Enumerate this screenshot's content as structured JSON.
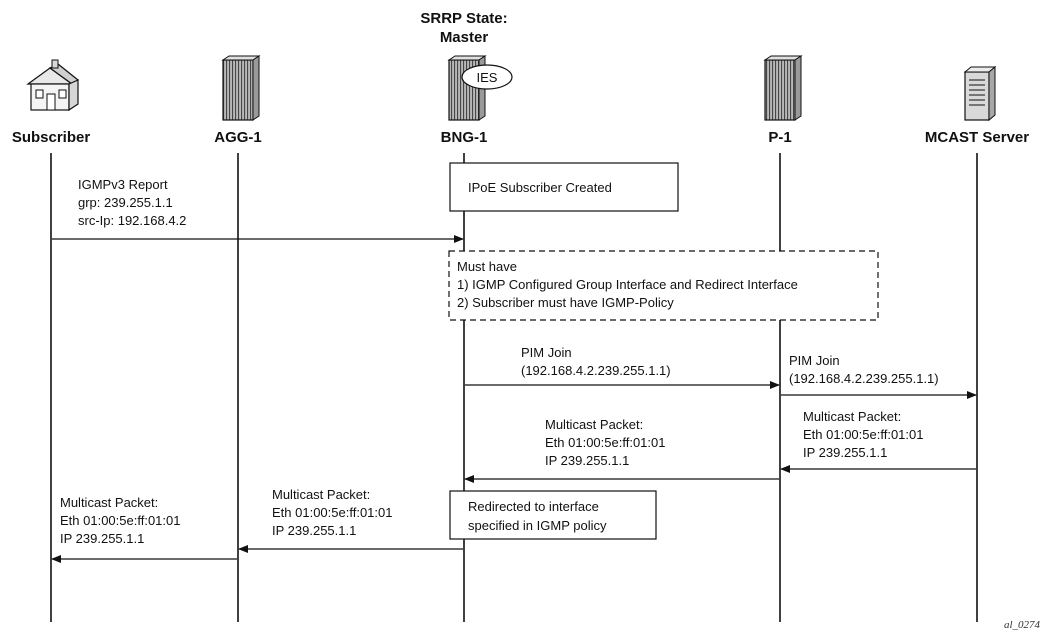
{
  "srrp_state": [
    "SRRP State:",
    "Master"
  ],
  "ies_label": "IES",
  "nodes": [
    {
      "id": "subscriber",
      "label": "Subscriber",
      "icon": "house-icon"
    },
    {
      "id": "agg1",
      "label": "AGG-1",
      "icon": "router-chassis-icon"
    },
    {
      "id": "bng1",
      "label": "BNG-1",
      "icon": "router-chassis-icon"
    },
    {
      "id": "p1",
      "label": "P-1",
      "icon": "router-chassis-icon"
    },
    {
      "id": "mcast",
      "label": "MCAST Server",
      "icon": "server-icon"
    }
  ],
  "boxes": {
    "ipoe": [
      "IPoE Subscriber Created"
    ],
    "must_have": [
      "Must have",
      "1) IGMP Configured Group Interface and Redirect Interface",
      "2) Subscriber must have IGMP-Policy"
    ],
    "redirected": [
      "Redirected to interface",
      "specified in IGMP policy"
    ]
  },
  "messages": [
    {
      "from": "subscriber",
      "to": "bng1",
      "lines": [
        "IGMPv3 Report",
        "grp: 239.255.1.1",
        "src-Ip: 192.168.4.2"
      ]
    },
    {
      "from": "bng1",
      "to": "p1",
      "lines": [
        "PIM Join",
        "(192.168.4.2.239.255.1.1)"
      ]
    },
    {
      "from": "p1",
      "to": "mcast",
      "lines": [
        "PIM Join",
        "(192.168.4.2.239.255.1.1)"
      ]
    },
    {
      "from": "mcast",
      "to": "p1",
      "lines": [
        "Multicast Packet:",
        "Eth 01:00:5e:ff:01:01",
        "IP 239.255.1.1"
      ]
    },
    {
      "from": "p1",
      "to": "bng1",
      "lines": [
        "Multicast Packet:",
        "Eth 01:00:5e:ff:01:01",
        "IP 239.255.1.1"
      ]
    },
    {
      "from": "bng1",
      "to": "agg1",
      "lines": [
        "Multicast Packet:",
        "Eth 01:00:5e:ff:01:01",
        "IP 239.255.1.1"
      ]
    },
    {
      "from": "agg1",
      "to": "subscriber",
      "lines": [
        "Multicast Packet:",
        "Eth 01:00:5e:ff:01:01",
        "IP 239.255.1.1"
      ]
    }
  ],
  "figure_ref": "al_0274"
}
